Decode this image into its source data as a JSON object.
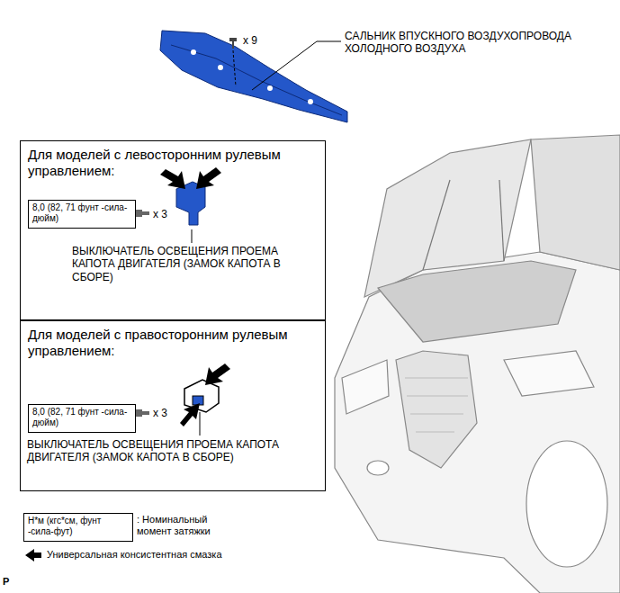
{
  "diagram": {
    "nodes": [
      {
        "text": [
          "Для моделей с левосторонним рулевым управлением:"
        ]
      },
      {
        "text": [
          "8,0 (82, 71 фунт -сила-дюйм)"
        ],
        "in": 0
      },
      {
        "text": [
          "Для моделей с правосторонним рулевым управлением:"
        ]
      },
      {
        "text": [
          "8,0 (82, 71 фунт -сила-дюйм)"
        ],
        "in": 2
      },
      {
        "text": [
          "Н*м (кгс*см, фунт -сила-фут)"
        ]
      }
    ],
    "labels": [
      "САЛЬНИК ВПУСКНОГО ВОЗДУХОПРОВОДА ХОЛОДНОГО ВОЗДУХА",
      "x 9",
      "x 3",
      "ВЫКЛЮЧАТЕЛЬ ОСВЕЩЕНИЯ ПРОЕМА КАПОТА ДВИГАТЕЛЯ (ЗАМОК КАПОТА В СБОРЕ)",
      "x 3",
      "ВЫКЛЮЧАТЕЛЬ ОСВЕЩЕНИЯ ПРОЕМА КАПОТА ДВИГАТЕЛЯ (ЗАМОК КАПОТА В СБОРЕ)",
      ": Номинальный момент затяжки",
      "P"
    ],
    "legend": [
      {
        "text": "Универсальная консистентная смазка"
      }
    ]
  }
}
